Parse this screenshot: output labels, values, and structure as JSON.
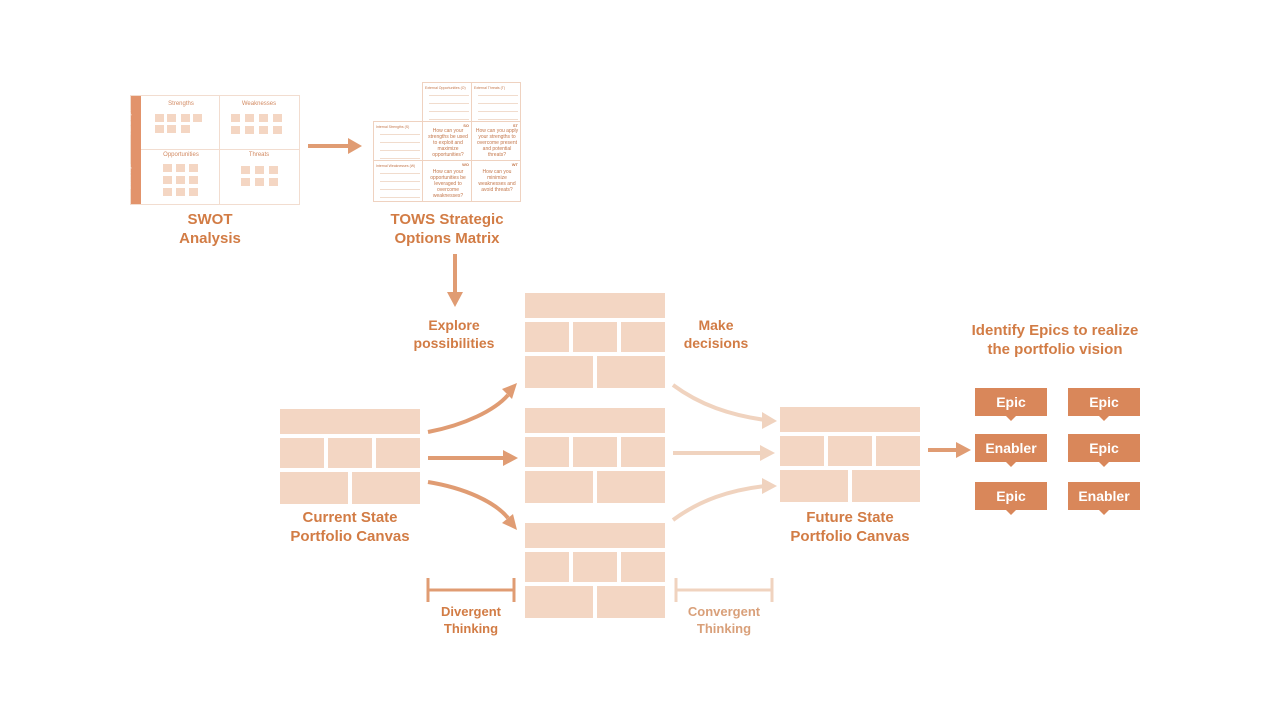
{
  "swot": {
    "title_line1": "SWOT",
    "title_line2": "Analysis",
    "side_internal": "Internal origin",
    "side_external": "External origin",
    "q_strengths": "Strengths",
    "q_weaknesses": "Weaknesses",
    "q_opportunities": "Opportunities",
    "q_threats": "Threats"
  },
  "tows": {
    "title_line1": "TOWS Strategic",
    "title_line2": "Options Matrix",
    "head_opportunities": "External Opportunities (O)",
    "head_threats": "External Threats (T)",
    "head_strengths": "Internal Strengths (S)",
    "head_weaknesses": "Internal Weaknesses (W)",
    "so_code": "SO",
    "st_code": "ST",
    "wo_code": "WO",
    "wt_code": "WT",
    "so": "How can your strengths be used to exploit and maximize opportunities?",
    "st": "How can you apply your strengths to overcome present and potential threats?",
    "wo": "How can your opportunities be leveraged to overcome weaknesses?",
    "wt": "How can you minimize weaknesses and avoid threats?"
  },
  "labels": {
    "explore_1": "Explore",
    "explore_2": "possibilities",
    "make_1": "Make",
    "make_2": "decisions",
    "current_1": "Current State",
    "current_2": "Portfolio Canvas",
    "future_1": "Future State",
    "future_2": "Portfolio Canvas",
    "divergent_1": "Divergent",
    "divergent_2": "Thinking",
    "convergent_1": "Convergent",
    "convergent_2": "Thinking",
    "identify_1": "Identify Epics to realize",
    "identify_2": "the portfolio vision"
  },
  "tags": [
    "Epic",
    "Epic",
    "Enabler",
    "Epic",
    "Epic",
    "Enabler"
  ],
  "colors": {
    "accent": "#d27c45",
    "brick": "#f3d6c3",
    "arrow": "#e09c73",
    "arrow_pale": "#f0d3bf",
    "tag": "#d9875a"
  }
}
